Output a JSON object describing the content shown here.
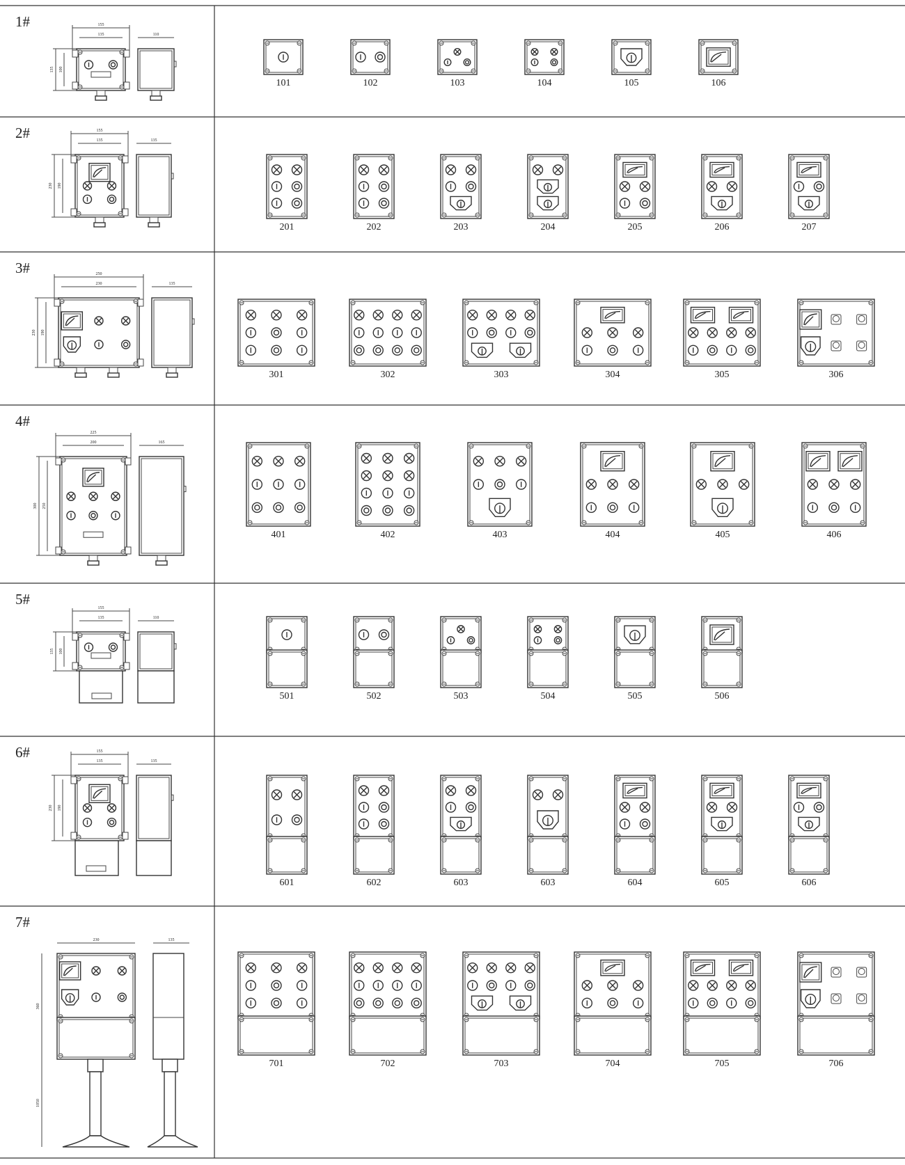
{
  "rows": [
    {
      "label": "1#",
      "dims": {
        "w_outer": "155",
        "w_inner": "135",
        "h_outer": "135",
        "h_inner": "100",
        "depth": "110"
      },
      "models": [
        "101",
        "102",
        "103",
        "104",
        "105",
        "106"
      ]
    },
    {
      "label": "2#",
      "dims": {
        "w_outer": "155",
        "w_inner": "135",
        "h_outer": "230",
        "h_inner": "190",
        "depth": "135"
      },
      "models": [
        "201",
        "202",
        "203",
        "204",
        "205",
        "206",
        "207"
      ]
    },
    {
      "label": "3#",
      "dims": {
        "w_outer": "250",
        "w_inner": "230",
        "h_outer": "230",
        "h_inner": "190",
        "depth": "135"
      },
      "models": [
        "301",
        "302",
        "303",
        "304",
        "305",
        "306"
      ]
    },
    {
      "label": "4#",
      "dims": {
        "w_outer": "225",
        "w_inner": "200",
        "h_outer": "300",
        "h_inner": "250",
        "depth": "165"
      },
      "models": [
        "401",
        "402",
        "403",
        "404",
        "405",
        "406"
      ]
    },
    {
      "label": "5#",
      "dims": {
        "w_outer": "155",
        "w_inner": "135",
        "h_outer": "135",
        "h_inner": "100",
        "depth": "110"
      },
      "models": [
        "501",
        "502",
        "503",
        "504",
        "505",
        "506"
      ]
    },
    {
      "label": "6#",
      "dims": {
        "w_outer": "155",
        "w_inner": "135",
        "h_outer": "230",
        "h_inner": "190",
        "depth": "135"
      },
      "models": [
        "601",
        "602",
        "603",
        "603",
        "604",
        "605",
        "606"
      ]
    },
    {
      "label": "7#",
      "dims": {
        "w_outer": "230",
        "depth": "135",
        "h_box": "360",
        "h_stand": "1050"
      },
      "models": [
        "701",
        "702",
        "703",
        "704",
        "705",
        "706"
      ]
    }
  ]
}
